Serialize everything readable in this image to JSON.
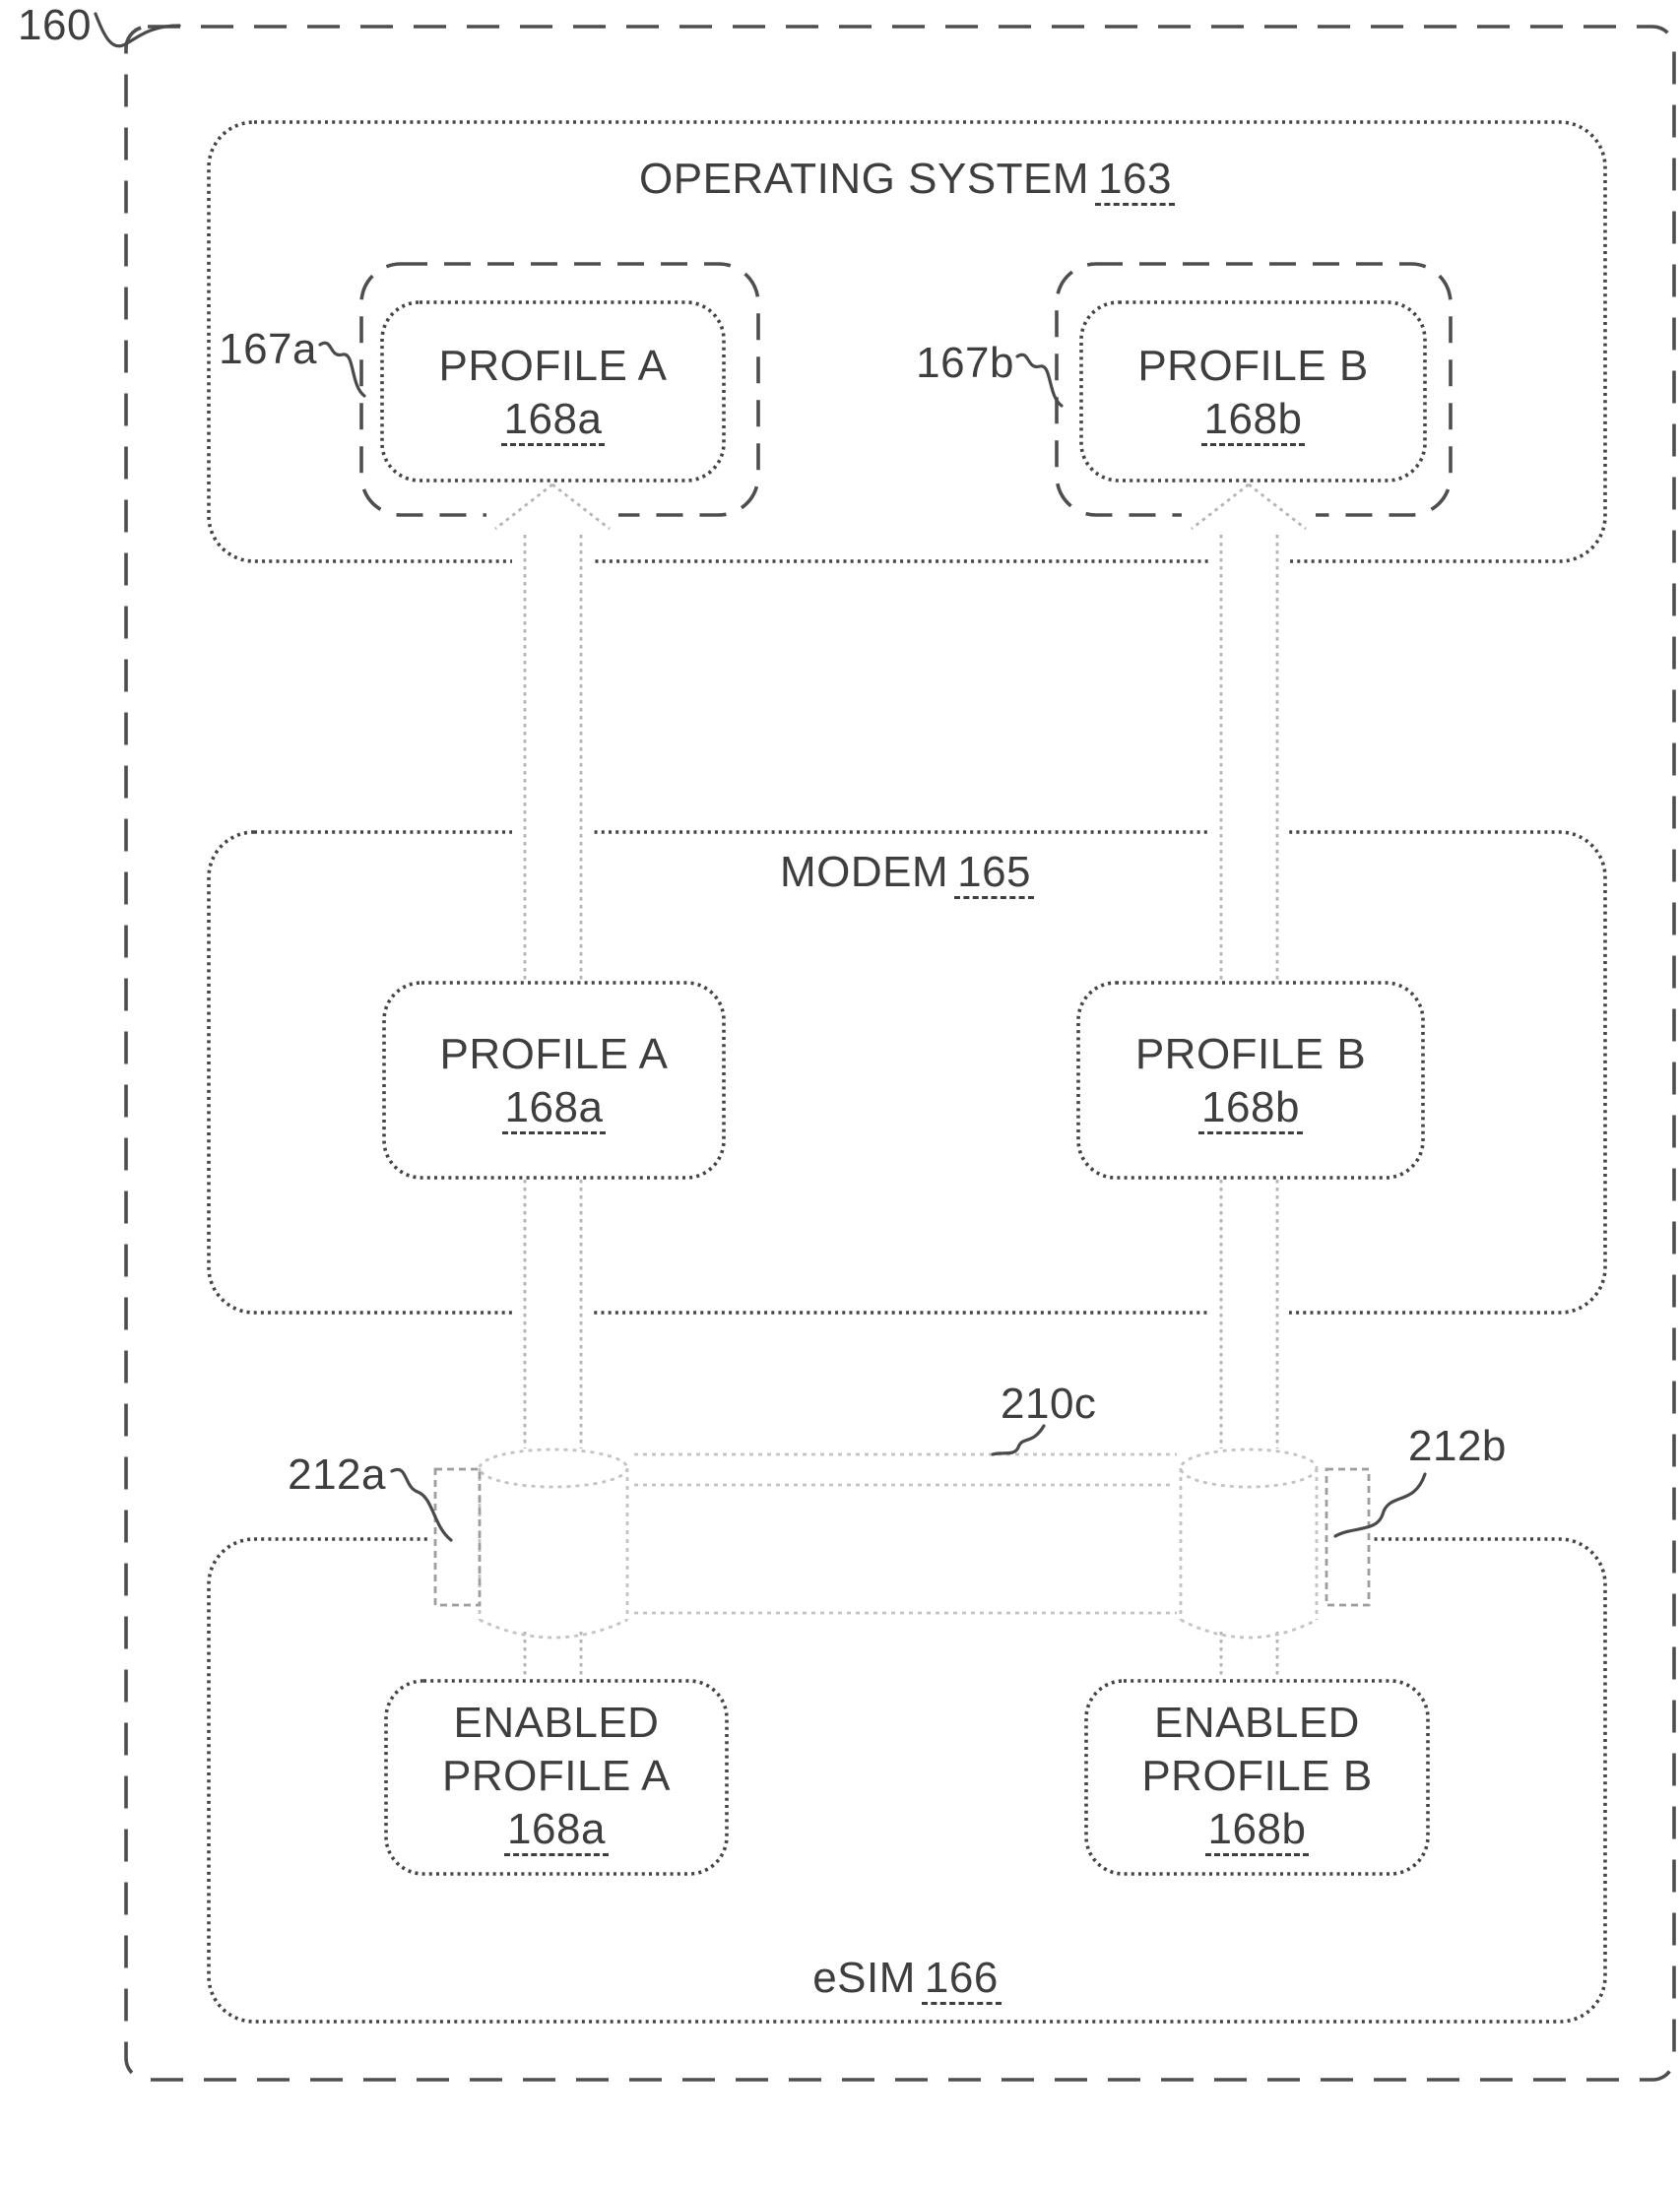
{
  "figure": {
    "ref_label": "160",
    "operating_system": {
      "title": "OPERATING SYSTEM",
      "ref": "163",
      "profile_a_container_ref": "167a",
      "profile_b_container_ref": "167b",
      "profile_a": {
        "title": "PROFILE A",
        "ref": "168a"
      },
      "profile_b": {
        "title": "PROFILE B",
        "ref": "168b"
      }
    },
    "modem": {
      "title": "MODEM",
      "ref": "165",
      "profile_a": {
        "title": "PROFILE A",
        "ref": "168a"
      },
      "profile_b": {
        "title": "PROFILE B",
        "ref": "168b"
      }
    },
    "esim": {
      "title": "eSIM",
      "ref": "166",
      "profile_a": {
        "line1": "ENABLED",
        "line2": "PROFILE A",
        "ref": "168a"
      },
      "profile_b": {
        "line1": "ENABLED",
        "line2": "PROFILE B",
        "ref": "168b"
      }
    },
    "interconnect": {
      "bus_ref": "210c",
      "port_a_ref": "212a",
      "port_b_ref": "212b"
    },
    "colors": {
      "ink": "#3e3e3e",
      "box_line": "#454545",
      "dash_line": "#4e4e4e",
      "arrow_line": "#b4b4b4",
      "pipe_line": "#c3c3c3",
      "flange_line": "#9d9d9d",
      "background": "#ffffff"
    }
  }
}
